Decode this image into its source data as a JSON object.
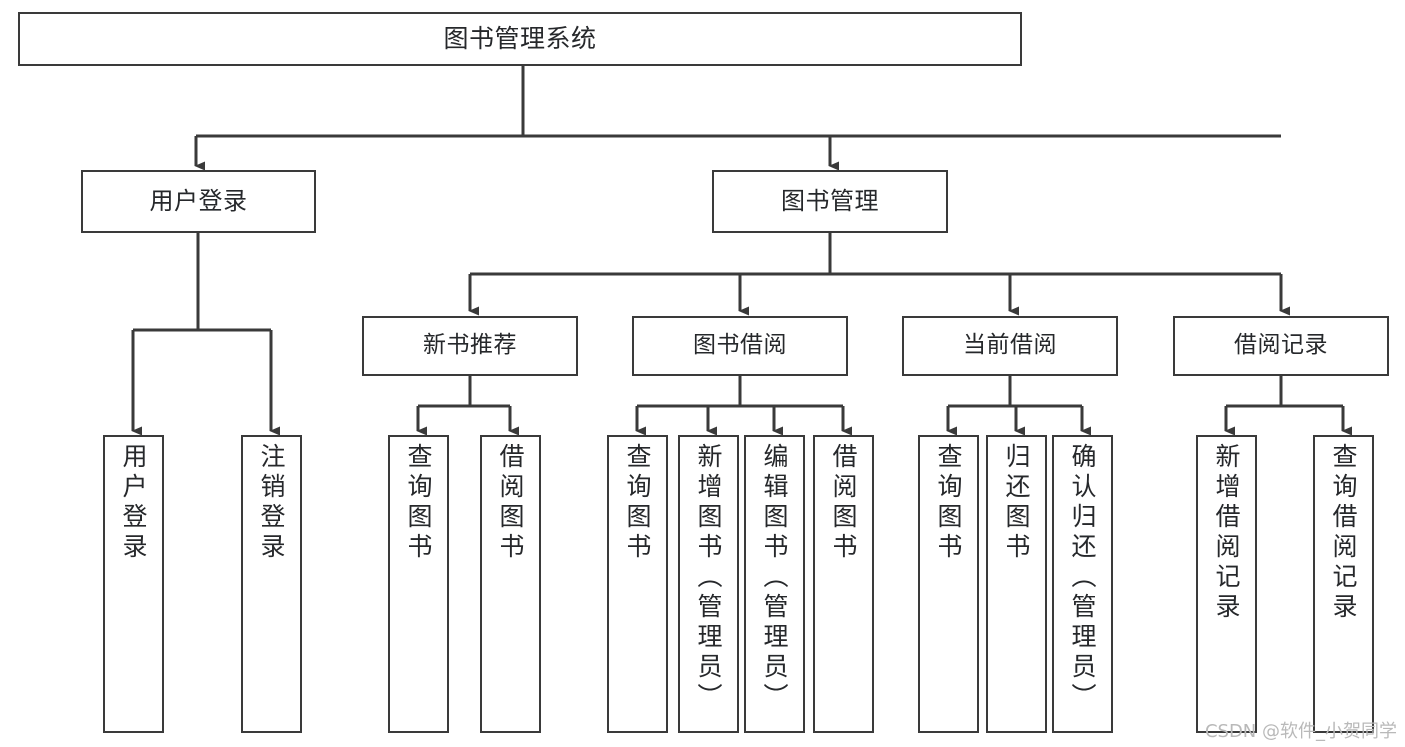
{
  "diagram": {
    "type": "tree-hierarchy",
    "title": "图书管理系统",
    "watermark": "CSDN @软件_小贺同学",
    "colors": {
      "stroke": "#3a3a3a",
      "fill": "#ffffff",
      "text": "#26282b",
      "watermark": "#b9b9b9"
    },
    "nodes": {
      "root": {
        "label": "图书管理系统"
      },
      "level2": [
        {
          "id": "user-login",
          "label": "用户登录"
        },
        {
          "id": "book-management",
          "label": "图书管理"
        }
      ],
      "level3": [
        {
          "id": "new-book-recommend",
          "label": "新书推荐"
        },
        {
          "id": "book-borrow",
          "label": "图书借阅"
        },
        {
          "id": "current-borrow",
          "label": "当前借阅"
        },
        {
          "id": "borrow-record",
          "label": "借阅记录"
        }
      ],
      "leaves": {
        "user-login": [
          {
            "id": "leaf-user-login",
            "label": "用户登录"
          },
          {
            "id": "leaf-user-logout",
            "label": "注销登录"
          }
        ],
        "new-book-recommend": [
          {
            "id": "leaf-query-book-1",
            "label": "查询图书"
          },
          {
            "id": "leaf-borrow-book-1",
            "label": "借阅图书"
          }
        ],
        "book-borrow": [
          {
            "id": "leaf-query-book-2",
            "label": "查询图书"
          },
          {
            "id": "leaf-add-book",
            "label": "新增图书（管理员）"
          },
          {
            "id": "leaf-edit-book",
            "label": "编辑图书（管理员）"
          },
          {
            "id": "leaf-borrow-book-2",
            "label": "借阅图书"
          }
        ],
        "current-borrow": [
          {
            "id": "leaf-query-book-3",
            "label": "查询图书"
          },
          {
            "id": "leaf-return-book",
            "label": "归还图书"
          },
          {
            "id": "leaf-confirm-return",
            "label": "确认归还（管理员）"
          }
        ],
        "borrow-record": [
          {
            "id": "leaf-add-record",
            "label": "新增借阅记录"
          },
          {
            "id": "leaf-query-record",
            "label": "查询借阅记录"
          }
        ]
      }
    }
  }
}
